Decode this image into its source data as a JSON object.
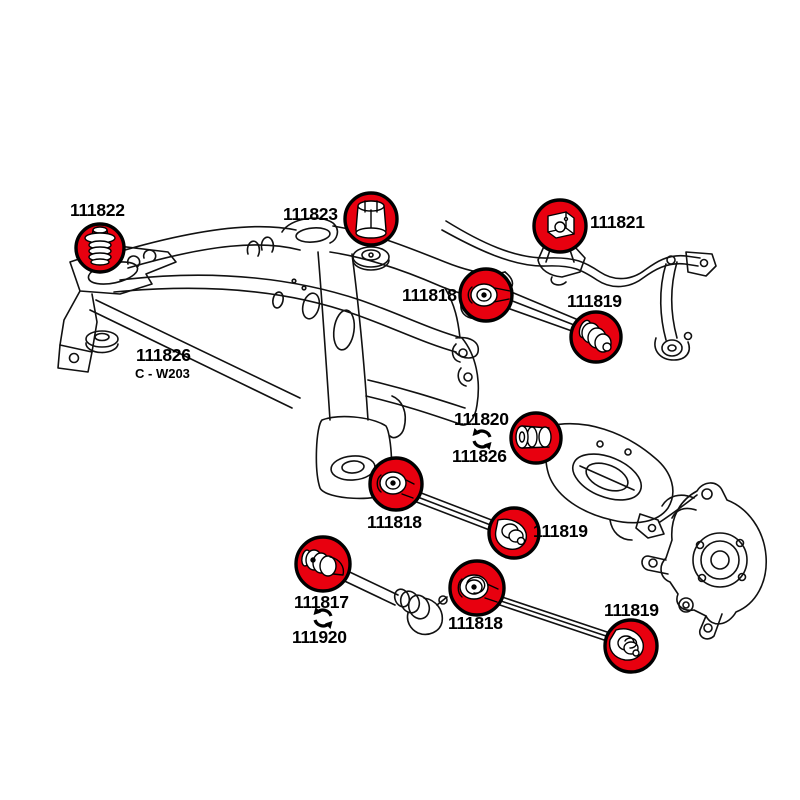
{
  "page": {
    "background": "#ffffff",
    "line_color": "#111111",
    "highlight_color": "#e8000f",
    "label_color": "#000000"
  },
  "diagram": {
    "kind": "rear-suspension-bushing-parts-diagram",
    "chassis_code": "C - W203"
  },
  "labels": [
    {
      "text": "111822"
    },
    {
      "text": "111823"
    },
    {
      "text": "111821"
    },
    {
      "text": "111818"
    },
    {
      "text": "111819"
    },
    {
      "text": "111826"
    },
    {
      "text": "C - W203"
    },
    {
      "text": "111820"
    },
    {
      "text": "111826"
    },
    {
      "text": "111818"
    },
    {
      "text": "111819"
    },
    {
      "text": "111817"
    },
    {
      "text": "111920"
    },
    {
      "text": "111818"
    },
    {
      "text": "111819"
    }
  ],
  "icons": [
    {
      "name": "interchange-icon",
      "glyph": "circular-arrows"
    },
    {
      "name": "interchange-icon",
      "glyph": "circular-arrows"
    }
  ]
}
